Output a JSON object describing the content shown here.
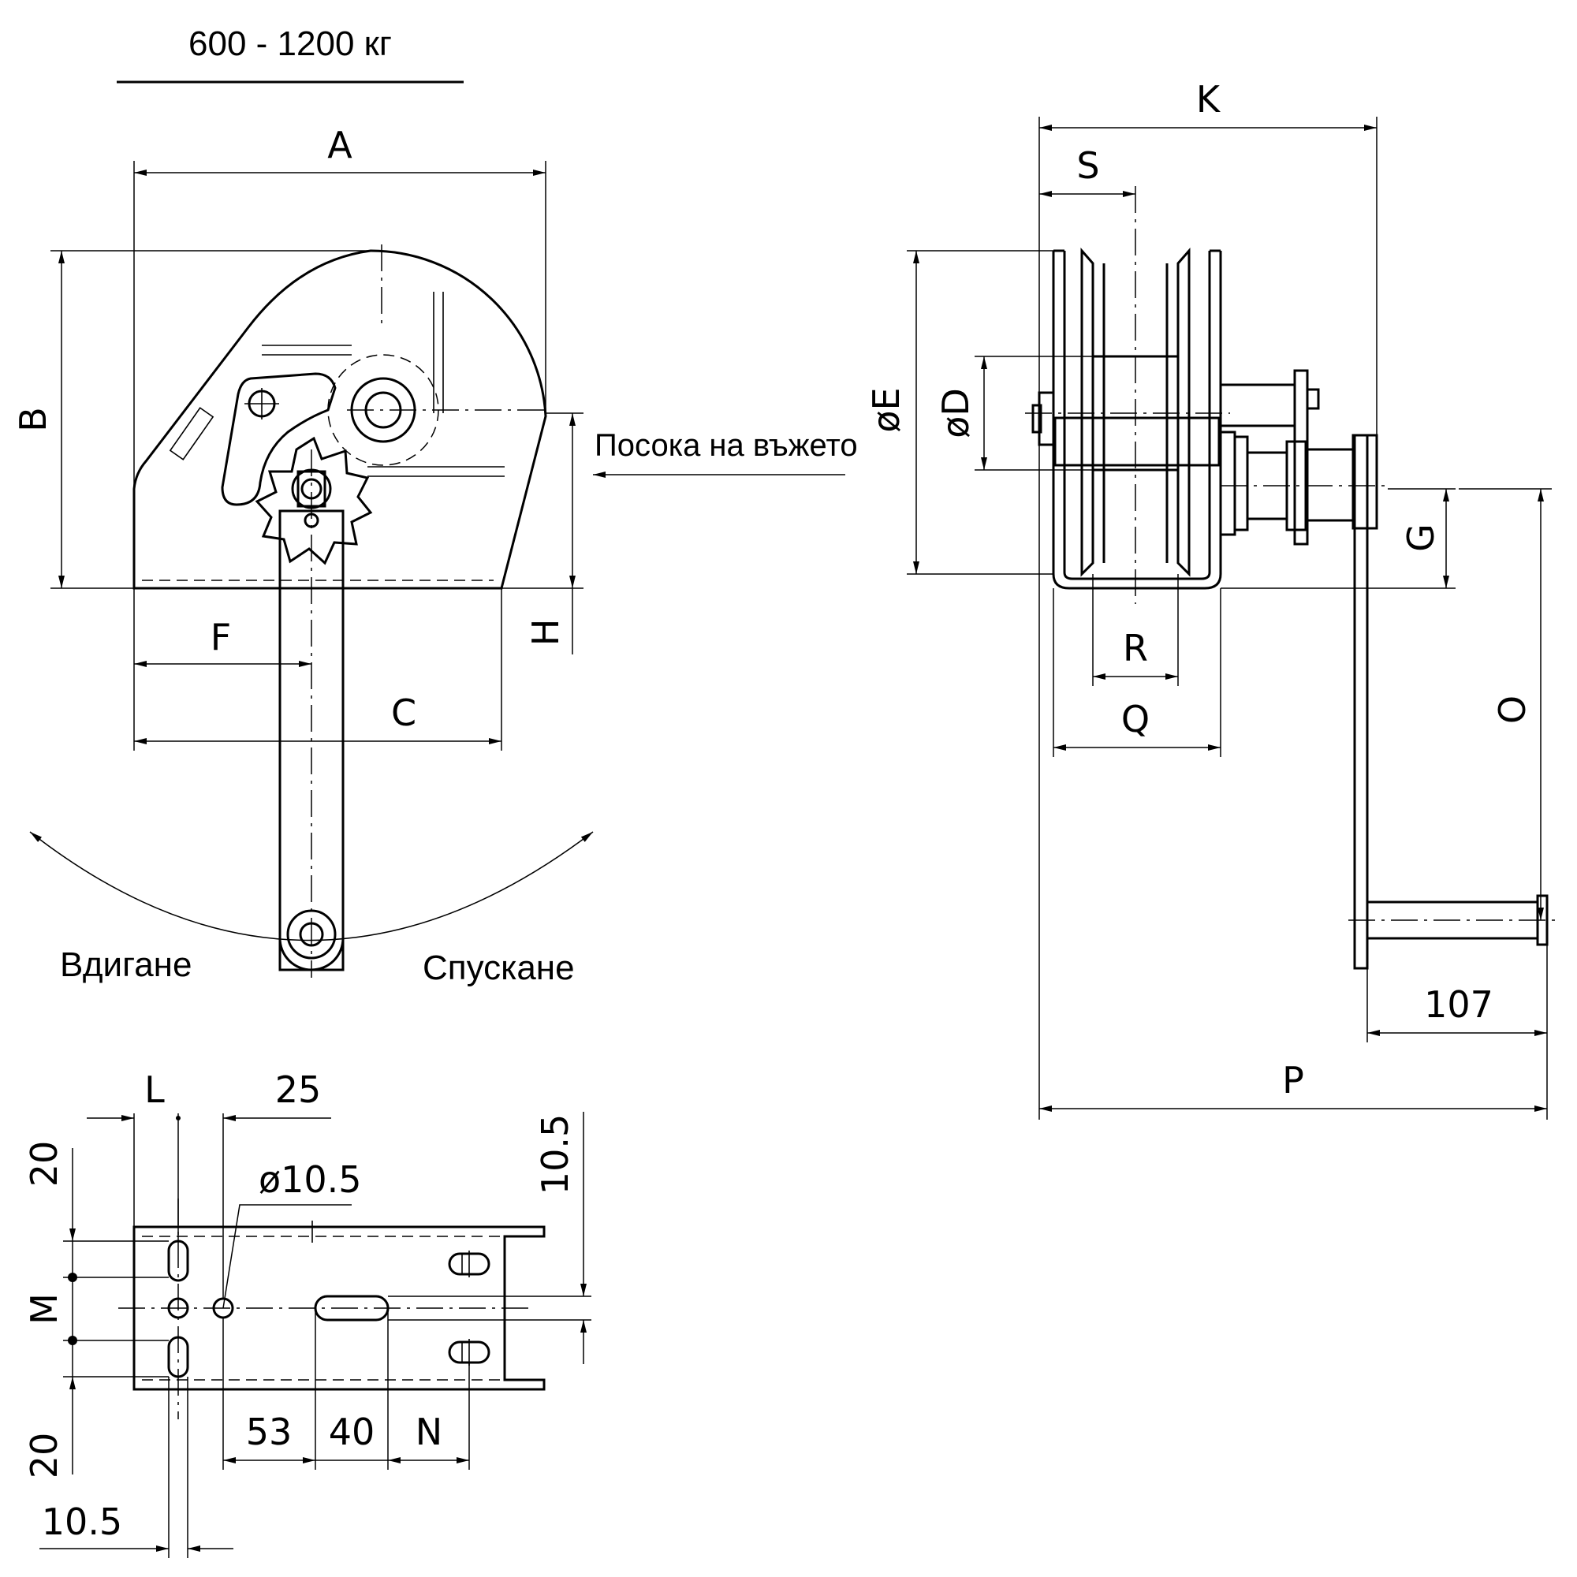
{
  "title": "600 - 1200 кг",
  "labels": {
    "rope_direction": "Посока на въжето",
    "lifting": "Вдигане",
    "lowering": "Спускане"
  },
  "dimensions": {
    "A": "A",
    "B": "B",
    "C": "C",
    "F": "F",
    "H": "H",
    "K": "K",
    "S": "S",
    "E": "øE",
    "D": "øD",
    "G": "G",
    "R": "R",
    "Q": "Q",
    "O": "O",
    "P": "P",
    "handle_len": "107",
    "L": "L",
    "M": "M",
    "N": "N",
    "v25": "25",
    "v20_top": "20",
    "v20_bottom": "20",
    "hole": "ø10.5",
    "v10_5_right": "10.5",
    "v10_5_bottom": "10.5",
    "v53": "53",
    "v40": "40"
  }
}
